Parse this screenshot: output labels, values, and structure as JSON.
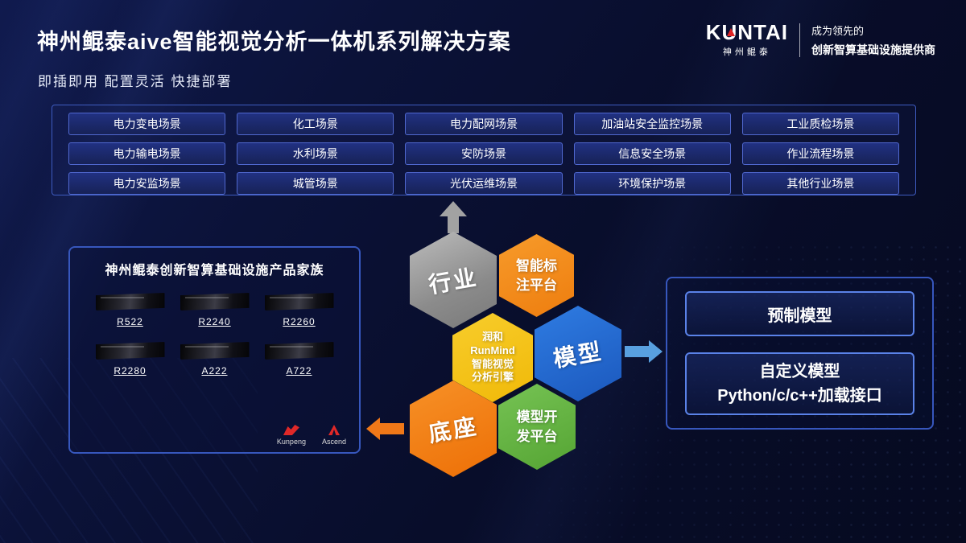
{
  "header": {
    "title": "神州鲲泰aive智能视觉分析一体机系列解决方案",
    "subtitle": "即插即用 配置灵活 快捷部署"
  },
  "brand": {
    "logo_text": "KUNTAI",
    "logo_cn": "神州鲲泰",
    "tagline_line1": "成为领先的",
    "tagline_line2": "创新智算基础设施提供商"
  },
  "scenarios": [
    "电力变电场景",
    "化工场景",
    "电力配网场景",
    "加油站安全监控场景",
    "工业质检场景",
    "电力输电场景",
    "水利场景",
    "安防场景",
    "信息安全场景",
    "作业流程场景",
    "电力安监场景",
    "城管场景",
    "光伏运维场景",
    "环境保护场景",
    "其他行业场景"
  ],
  "products": {
    "title": "神州鲲泰创新智算基础设施产品家族",
    "models": [
      "R522",
      "R2240",
      "R2260",
      "R2280",
      "A222",
      "A722"
    ],
    "partners": [
      "Kunpeng",
      "Ascend"
    ]
  },
  "hexagons": {
    "industry": "行业",
    "annotation_platform": [
      "智能标",
      "注平台"
    ],
    "engine": [
      "润和",
      "RunMind",
      "智能视觉",
      "分析引擎"
    ],
    "model": "模型",
    "base": "底座",
    "dev_platform": [
      "模型开",
      "发平台"
    ]
  },
  "model_panel": {
    "preset": "预制模型",
    "custom_line1": "自定义模型",
    "custom_line2": "Python/c/c++加载接口"
  },
  "colors": {
    "accent_orange": "#f07818",
    "accent_yellow": "#f0b908",
    "accent_blue": "#2268d0",
    "accent_green": "#64b342",
    "accent_gray": "#9c9c9c",
    "border_blue": "#3757bd",
    "logo_red": "#e02525"
  }
}
